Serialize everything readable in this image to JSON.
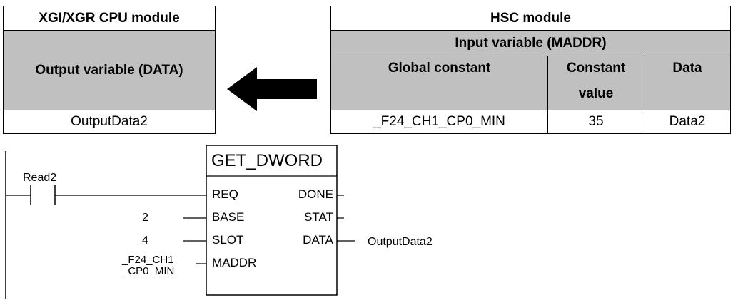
{
  "cpu_table": {
    "header": "XGI/XGR CPU module",
    "label": "Output variable (DATA)",
    "value": "OutputData2"
  },
  "hsc_table": {
    "header": "HSC module",
    "subheader": "Input variable (MADDR)",
    "columns": [
      "Global constant",
      "Constant value",
      "Data"
    ],
    "column_lines": {
      "constant_value": [
        "Constant",
        "value"
      ]
    },
    "row": [
      "_F24_CH1_CP0_MIN",
      "35",
      "Data2"
    ]
  },
  "arrow": {
    "direction": "left",
    "color": "#000000"
  },
  "ladder": {
    "contact_label": "Read2",
    "block_name": "GET_DWORD",
    "inputs": {
      "req": "REQ",
      "base": "BASE",
      "slot": "SLOT",
      "maddr": "MADDR"
    },
    "outputs": {
      "done": "DONE",
      "stat": "STAT",
      "data": "DATA"
    },
    "input_values": {
      "base": "2",
      "slot": "4",
      "maddr_line1": "_F24_CH1",
      "maddr_line2": "_CP0_MIN"
    },
    "output_values": {
      "data": "OutputData2"
    }
  }
}
